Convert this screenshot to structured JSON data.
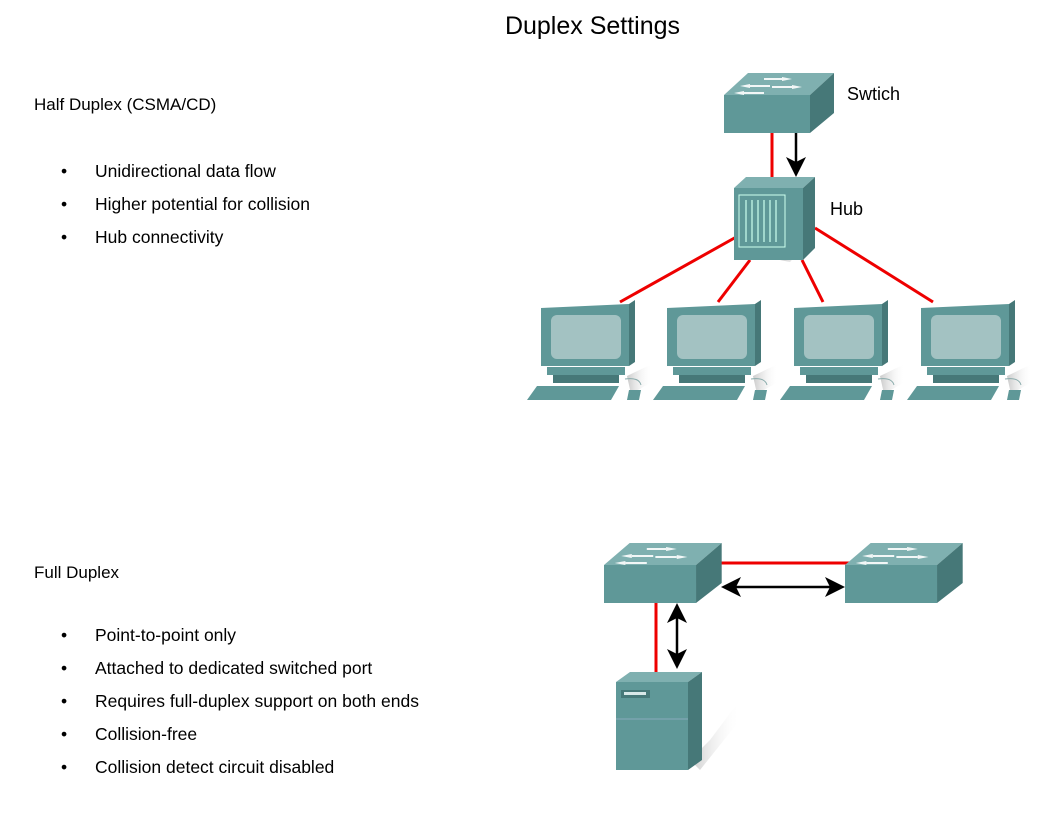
{
  "title": "Duplex Settings",
  "half_duplex": {
    "heading": "Half Duplex (CSMA/CD)",
    "bullets": [
      "Unidirectional data flow",
      "Higher potential for collision",
      "Hub connectivity"
    ],
    "diagram": {
      "switch_label": "Swtich",
      "hub_label": "Hub",
      "workstation_count": 4
    }
  },
  "full_duplex": {
    "heading": "Full Duplex",
    "bullets": [
      "Point-to-point only",
      "Attached to dedicated switched port",
      "Requires full-duplex support on both ends",
      "Collision-free",
      "Collision detect circuit disabled"
    ],
    "diagram": {
      "devices": [
        "switch",
        "switch",
        "server"
      ]
    }
  },
  "colors": {
    "device": "#5f9898",
    "device_light": "#7fb0b0",
    "device_dark": "#467878",
    "screen": "#a3c2c2",
    "link": "#ee0000",
    "arrow": "#000000"
  },
  "bullet_glyph": "•"
}
